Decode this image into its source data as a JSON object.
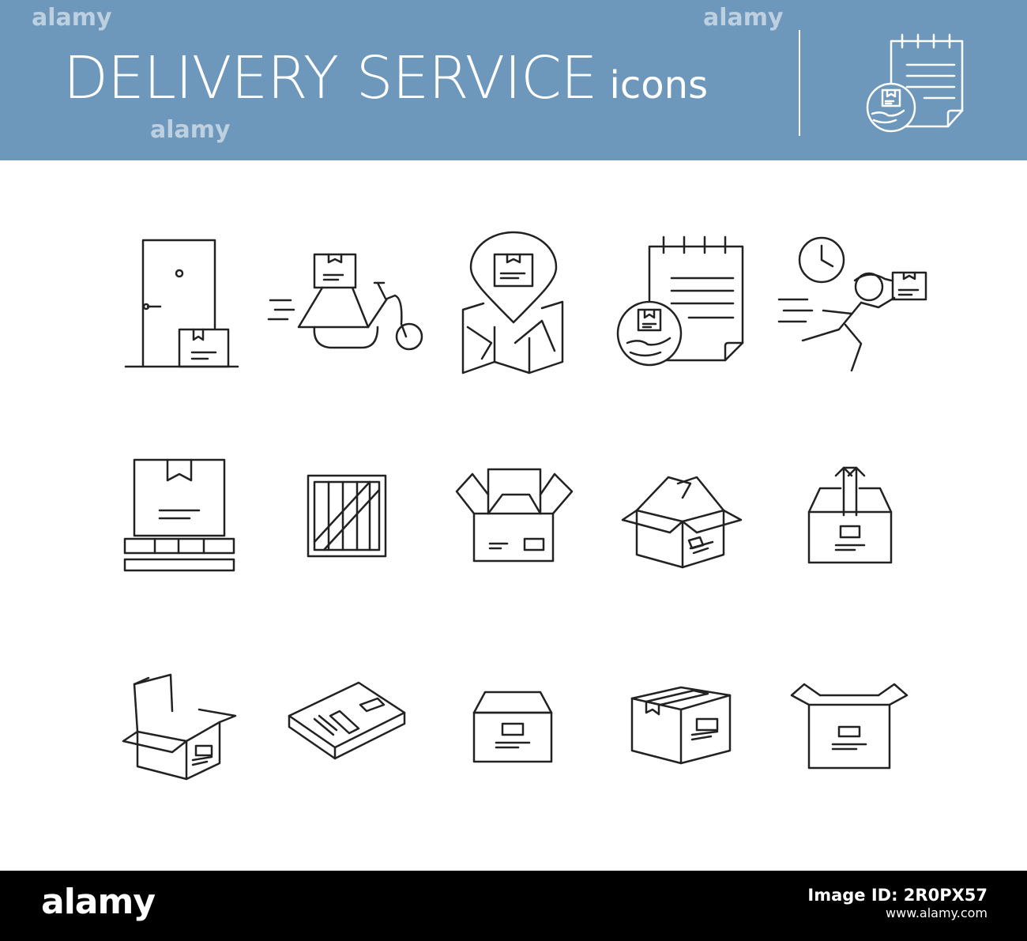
{
  "header": {
    "title": "DELIVERY SERVICE",
    "subtitle": "icons",
    "background_color": "#6d97bb",
    "banner_icon": "calendar-package-icon"
  },
  "watermark": {
    "text": "alamy"
  },
  "icons": [
    {
      "name": "door-package-icon"
    },
    {
      "name": "scooter-delivery-icon"
    },
    {
      "name": "map-pin-package-icon"
    },
    {
      "name": "calendar-package-icon"
    },
    {
      "name": "courier-running-icon"
    },
    {
      "name": "box-on-pallet-icon"
    },
    {
      "name": "wooden-crate-icon"
    },
    {
      "name": "open-box-flaps-icon"
    },
    {
      "name": "open-box-isometric-icon"
    },
    {
      "name": "box-upload-icon"
    },
    {
      "name": "open-box-tall-flaps-icon"
    },
    {
      "name": "flat-parcel-icon"
    },
    {
      "name": "closed-box-icon"
    },
    {
      "name": "taped-box-icon"
    },
    {
      "name": "open-box-wide-flaps-icon"
    }
  ],
  "footer": {
    "logo": "alamy",
    "image_id_label": "Image ID: 2R0PX57",
    "website": "www.alamy.com"
  }
}
